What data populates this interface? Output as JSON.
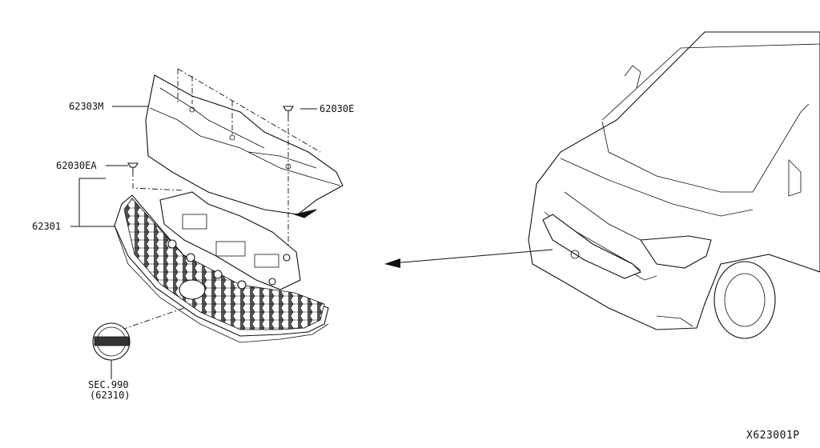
{
  "callouts": {
    "upper_finisher": "62303M",
    "clip_right": "62030E",
    "clip_left": "62030EA",
    "grille": "62301",
    "emblem_section": "SEC.990",
    "emblem_partno": "(62310)"
  },
  "diagram_code": "X623001P"
}
